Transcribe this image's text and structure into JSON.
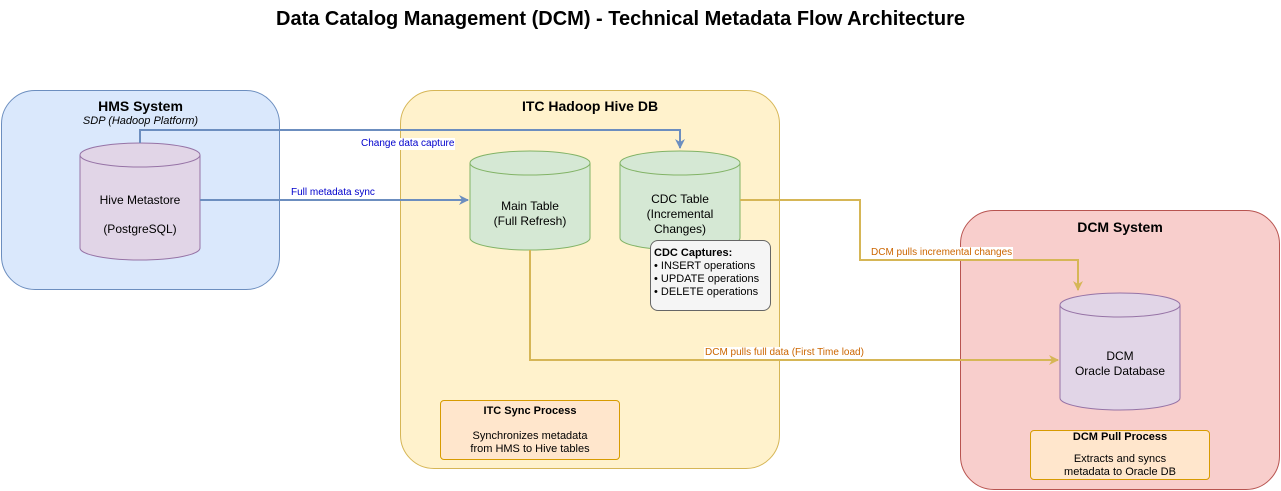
{
  "title": "Data Catalog Management (DCM) - Technical Metadata Flow Architecture",
  "hms": {
    "title": "HMS System",
    "subtitle": "SDP (Hadoop Platform)",
    "db": {
      "line1": "Hive Metastore",
      "line2": "(PostgreSQL)"
    }
  },
  "itc": {
    "title": "ITC Hadoop Hive DB",
    "main_table": {
      "line1": "Main Table",
      "line2": "(Full Refresh)"
    },
    "cdc_table": {
      "line1": "CDC Table",
      "line2": "(Incremental",
      "line3": "Changes)"
    },
    "cdc_note": {
      "heading": "CDC Captures:",
      "items": [
        "• INSERT operations",
        "• UPDATE operations",
        "• DELETE operations"
      ]
    },
    "sync_process": {
      "heading": "ITC Sync Process",
      "line1": "Synchronizes metadata",
      "line2": "from HMS to Hive tables"
    }
  },
  "dcm": {
    "title": "DCM System",
    "db": {
      "line1": "DCM",
      "line2": "Oracle Database"
    },
    "pull_process": {
      "heading": "DCM Pull Process",
      "line1": "Extracts and syncs",
      "line2": "metadata to Oracle DB"
    }
  },
  "edges": {
    "change_capture": "Change data capture",
    "full_sync": "Full metadata sync",
    "pull_incremental": "DCM pulls incremental changes",
    "pull_full": "DCM pulls full data (First Time load)"
  },
  "colors": {
    "blue_edge": "#6c8ebf",
    "blue_label": "#0000cc",
    "gold_edge": "#d6b656",
    "orange_label": "#cc6600"
  }
}
